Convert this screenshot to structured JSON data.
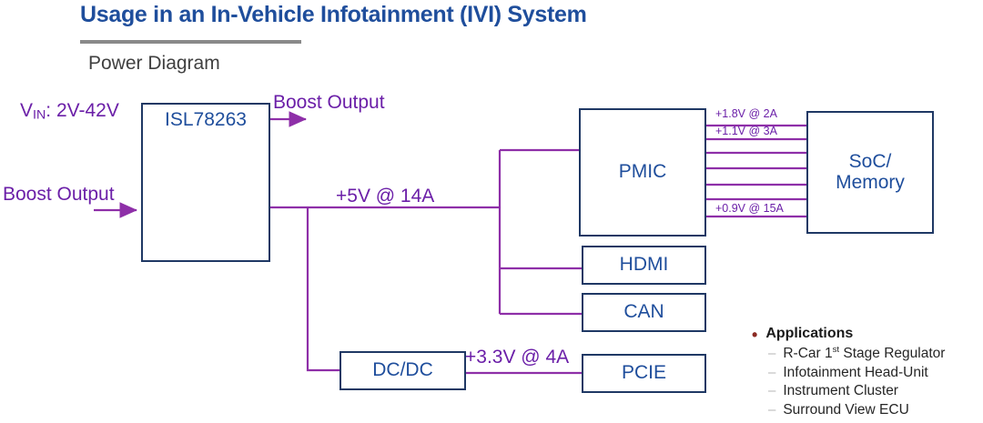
{
  "header": {
    "title": "Usage in an In-Vehicle Infotainment (IVI) System",
    "subtitle": "Power Diagram",
    "title_color": "#1F4E9C",
    "rule_color": "#8a8a8a"
  },
  "diagram": {
    "wire_color": "#8E2FA8",
    "box_border_color": "#1F3864",
    "box_text_color": "#1F4E9C",
    "blocks": [
      {
        "id": "isl",
        "label": "ISL78263"
      },
      {
        "id": "pmic",
        "label": "PMIC"
      },
      {
        "id": "soc",
        "label": "SoC/\nMemory",
        "line1": "SoC/",
        "line2": "Memory"
      },
      {
        "id": "hdmi",
        "label": "HDMI"
      },
      {
        "id": "can",
        "label": "CAN"
      },
      {
        "id": "dcdc",
        "label": "DC/DC"
      },
      {
        "id": "pcie",
        "label": "PCIE"
      }
    ],
    "labels": {
      "vin_prefix": "V",
      "vin_sub": "IN",
      "vin_value": ": 2V-42V",
      "boost_output_top": "Boost Output",
      "boost_output_left": "Boost Output",
      "rail_5v": "+5V @ 14A",
      "rail_3v3": "+3.3V @ 4A",
      "rail_1v8": "+1.8V @ 2A",
      "rail_1v1": "+1.1V @ 3A",
      "rail_0v9": "+0.9V @ 15A"
    }
  },
  "applications": {
    "heading": "Applications",
    "bullet_color": "#8B2A23",
    "items": [
      {
        "text_before": "R-Car 1",
        "sup": "st",
        "text_after": " Stage Regulator"
      },
      {
        "text_before": "Infotainment Head-Unit",
        "sup": "",
        "text_after": ""
      },
      {
        "text_before": "Instrument Cluster",
        "sup": "",
        "text_after": ""
      },
      {
        "text_before": "Surround View ECU",
        "sup": "",
        "text_after": ""
      }
    ]
  }
}
